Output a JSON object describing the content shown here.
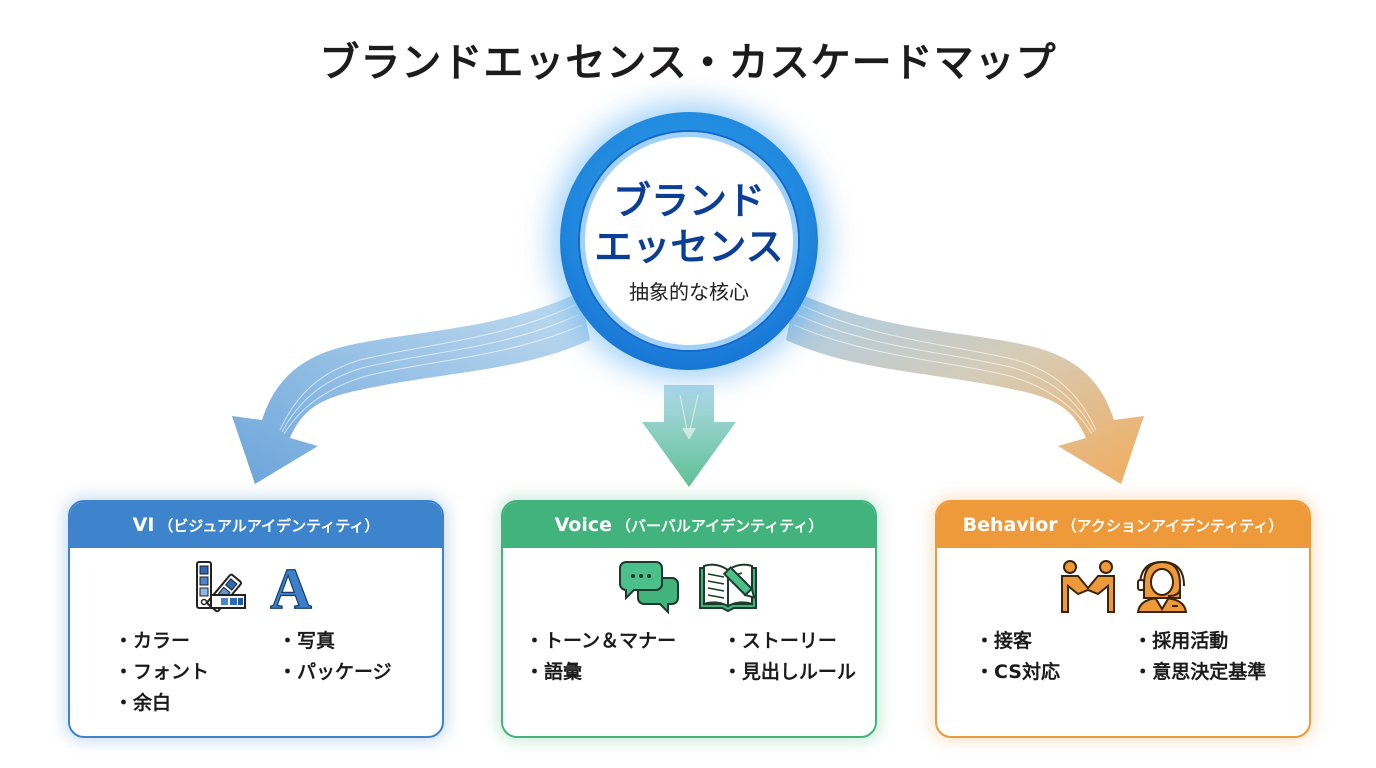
{
  "title": "ブランドエッセンス・カスケードマップ",
  "hub": {
    "title_line1": "ブランド",
    "title_line2": "エッセンス",
    "subtitle": "抽象的な核心"
  },
  "colors": {
    "hub_blue": "#1f86dd",
    "vi_blue": "#3d84cc",
    "voice_green": "#43b37d",
    "behavior_orange": "#ee9a3a",
    "hub_text": "#0b3f95"
  },
  "cards": [
    {
      "id": "vi",
      "label": "VI",
      "sublabel": "（ビジュアルアイデンティティ）",
      "icons": [
        "color-swatch-icon",
        "typography-a-icon"
      ],
      "items": [
        "カラー",
        "写真",
        "フォント",
        "パッケージ",
        "余白"
      ]
    },
    {
      "id": "voice",
      "label": "Voice",
      "sublabel": "（バーバルアイデンティティ）",
      "icons": [
        "chat-bubbles-icon",
        "book-pencil-icon"
      ],
      "items": [
        "トーン＆マナー",
        "ストーリー",
        "語彙",
        "見出しルール"
      ]
    },
    {
      "id": "behavior",
      "label": "Behavior",
      "sublabel": "（アクションアイデンティティ）",
      "icons": [
        "handshake-people-icon",
        "support-operator-icon"
      ],
      "items": [
        "接客",
        "採用活動",
        "CS対応",
        "意思決定基準"
      ]
    }
  ]
}
